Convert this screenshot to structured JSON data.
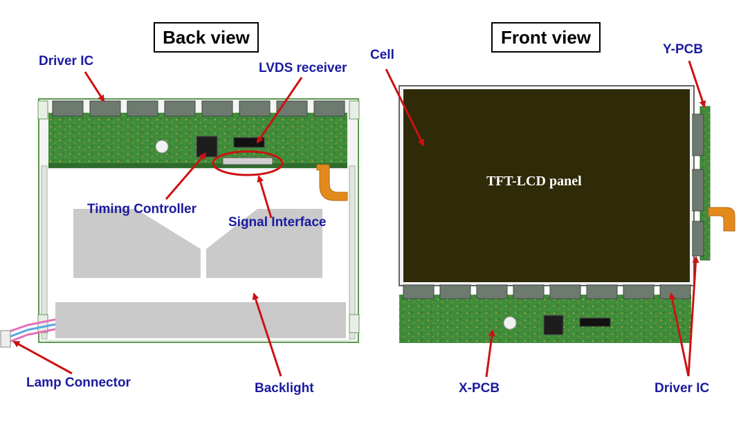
{
  "titles": {
    "back": "Back view",
    "front": "Front view"
  },
  "back_labels": {
    "driver_ic": "Driver IC",
    "lvds_receiver": "LVDS receiver",
    "timing_controller": "Timing Controller",
    "signal_interface": "Signal Interface",
    "lamp_connector": "Lamp Connector",
    "backlight": "Backlight"
  },
  "front_labels": {
    "cell": "Cell",
    "y_pcb": "Y-PCB",
    "panel": "TFT-LCD panel",
    "x_pcb": "X-PCB",
    "driver_ic": "Driver IC"
  },
  "colors": {
    "label": "#1a1aa0",
    "arrow": "#cc1111",
    "pcb": "#3d8a3a",
    "panel": "#2e2a08",
    "backlight": "#c8c8c8"
  }
}
